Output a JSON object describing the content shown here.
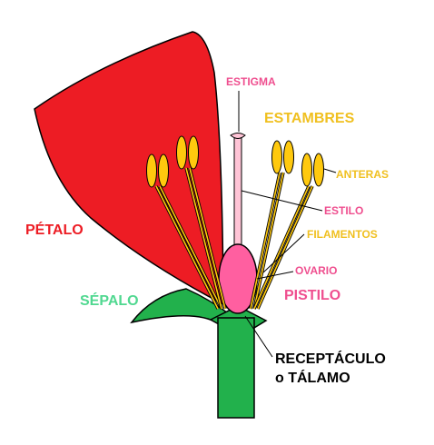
{
  "labels": {
    "estigma": "ESTIGMA",
    "estambres": "ESTAMBRES",
    "anteras": "ANTERAS",
    "estilo": "ESTILO",
    "filamentos": "FILAMENTOS",
    "petalo": "PÉTALO",
    "ovario": "OVARIO",
    "pistilo": "PISTILO",
    "sepalo": "SÉPALO",
    "receptaculo_line1": "RECEPTÁCULO",
    "receptaculo_line2": "o TÁLAMO"
  },
  "colors": {
    "petal": "#ed1c24",
    "sepal": "#22b14c",
    "receptacle": "#22b14c",
    "stamen": "#ffc90e",
    "ovary": "#ff5fa0",
    "style": "#ffc4d6",
    "label_pink": "#ef4f8f",
    "label_yellow": "#f0c020",
    "label_red": "#ed1c24",
    "label_green": "#50d890",
    "label_black": "#000000"
  }
}
